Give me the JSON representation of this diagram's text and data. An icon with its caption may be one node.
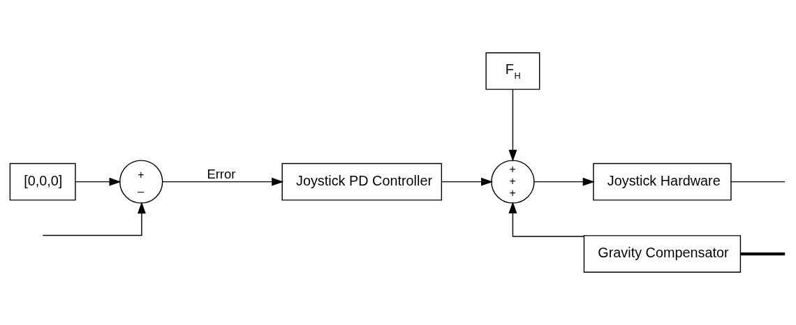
{
  "diagram": {
    "nodes": [
      {
        "text": [
          "[0,0,0]"
        ]
      },
      {
        "text": [
          "+",
          "_"
        ]
      },
      {
        "text": [
          "Joystick PD Controller"
        ]
      },
      {
        "text": [
          "F$_{H}$"
        ]
      },
      {
        "text": [
          "+",
          "+",
          "+"
        ]
      },
      {
        "text": [
          "Joystick Hardware"
        ]
      },
      {
        "text": [
          "Gravity Compensator"
        ]
      }
    ],
    "edges": [
      {
        "from": 0,
        "to": 1,
        "arrow": "to"
      },
      {
        "from": 1,
        "to": 2,
        "arrow": "to",
        "label": "Error"
      },
      {
        "from": 2,
        "to": 4,
        "arrow": "to"
      },
      {
        "from": 3,
        "to": 4,
        "arrow": "to"
      },
      {
        "from": 4,
        "to": 5,
        "arrow": "to"
      },
      {
        "from": 6,
        "to": 4,
        "arrow": "to"
      },
      {
        "from": 5,
        "to": null,
        "arrow": "none"
      },
      {
        "from": 6,
        "to": null,
        "arrow": "none",
        "style": "thick"
      },
      {
        "from": null,
        "to": 1,
        "arrow": "to"
      }
    ]
  }
}
